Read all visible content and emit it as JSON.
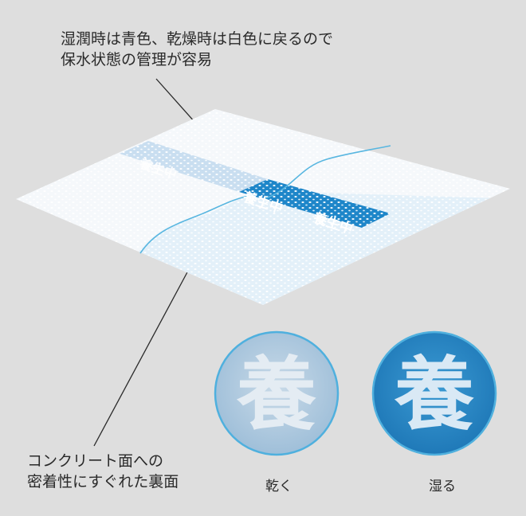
{
  "callouts": {
    "top_line1": "湿潤時は青色、乾燥時は白色に戻るので",
    "top_line2": "保水状態の管理が容易",
    "bottom_line1": "コンクリート面への",
    "bottom_line2": "密着性にすぐれた裏面"
  },
  "sheet": {
    "band_text": "養生中",
    "band_text_repeat": "養生中"
  },
  "comparison": {
    "dry": {
      "glyph": "養",
      "caption": "乾く"
    },
    "wet": {
      "glyph": "養",
      "caption": "湿る"
    }
  },
  "colors": {
    "background": "#dedede",
    "sheet_white": "#f7f9fb",
    "sheet_light_blue": "#e3f0f9",
    "band_pale": "#c9def0",
    "band_wet": "#1e86c9",
    "curve": "#58b6e0",
    "dry_circle": "#b9d0e2",
    "wet_circle": "#2f8fcb"
  }
}
